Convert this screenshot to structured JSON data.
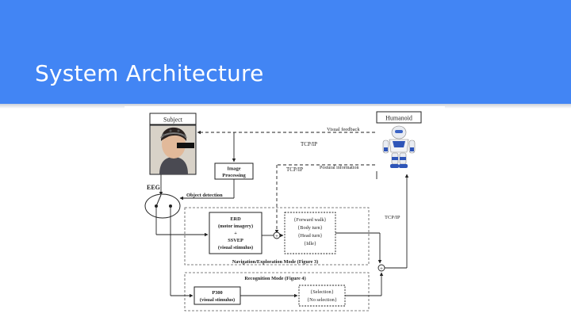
{
  "slide": {
    "title": "System Architecture"
  },
  "diagram": {
    "subject_label": "Subject",
    "humanoid_label": "Humanoid",
    "visual_feedback_label": "Visual feedback",
    "tcpip_top_label": "TCP/IP",
    "tcpip_mid_label": "TCP/IP",
    "postural_info_label": "Postural information",
    "image_processing_line1": "Image",
    "image_processing_line2": "Processing",
    "eeg_label": "EEG",
    "object_detection_label": "Object detection",
    "erd_line1": "ERD",
    "erd_line2": "(motor imagery)",
    "erd_line3": "+",
    "erd_line4": "SSVEP",
    "erd_line5": "(visual stimulus)",
    "cmd_line1": "{Forward walk}",
    "cmd_line2": "{Body turn}",
    "cmd_line3": "{Head turn}",
    "cmd_line4": "{Idle}",
    "tcpip_right_label": "TCP/IP",
    "nav_mode_label": "Navigation/Exploration Mode (Figure 3)",
    "recog_mode_label": "Recognition Mode (Figure 4)",
    "p300_line1": "P300",
    "p300_line2": "(visual stimulus)",
    "sel_line1": "{Selection}",
    "sel_line2": "{No selection}",
    "sum_symbol": "+"
  }
}
